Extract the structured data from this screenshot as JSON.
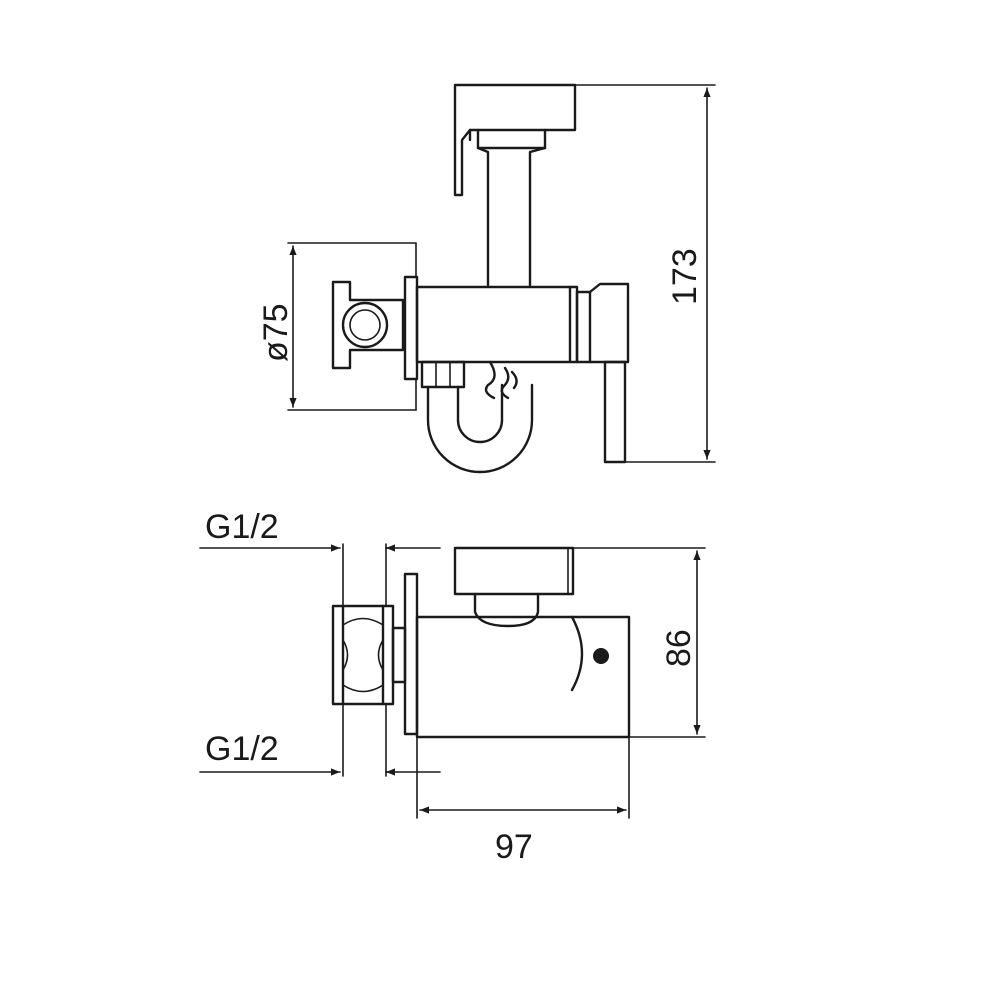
{
  "drawing": {
    "colors": {
      "line": "#1a1a1a",
      "background": "#ffffff"
    },
    "dimensions": {
      "diameter": "ø75",
      "height": "173",
      "depth": "86",
      "width": "97",
      "thread_top": "G1/2",
      "thread_bottom": "G1/2"
    }
  }
}
